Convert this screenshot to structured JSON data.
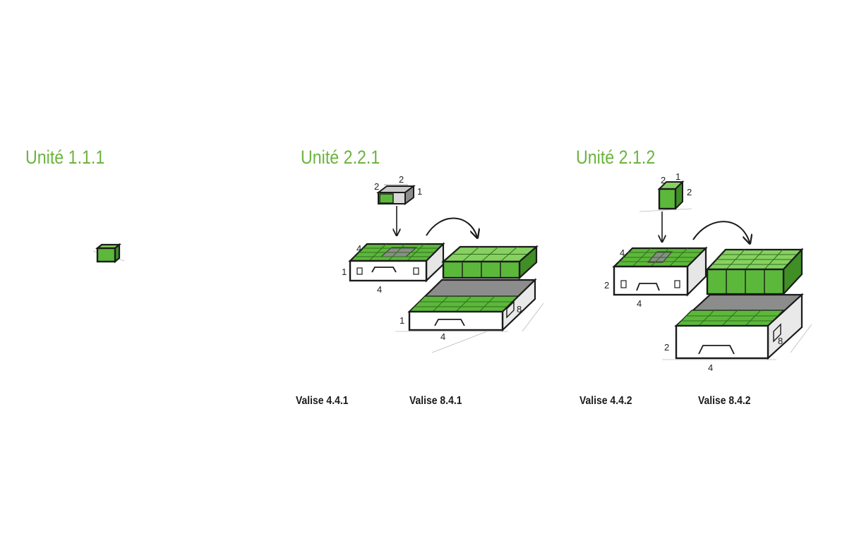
{
  "colors": {
    "accent": "#6cb33f",
    "cell_fill": "#5cb83a",
    "cell_dark": "#3f8f26",
    "grey": "#8c8c8c",
    "ink": "#1b1b1b"
  },
  "units": [
    {
      "title": "Unité 1.1.1"
    },
    {
      "title": "Unité 2.2.1",
      "labels": {
        "box_w": "2",
        "box_d": "2",
        "box_h": "1",
        "case_d": "4",
        "case_w": "4",
        "case_h": "1",
        "big_h": "1",
        "big_w": "4",
        "big_d": "8"
      }
    },
    {
      "title": "Unité 2.1.2",
      "labels": {
        "box_w": "2",
        "box_d": "1",
        "box_h": "2",
        "case_d": "4",
        "case_w": "4",
        "case_h": "2",
        "big_h": "2",
        "big_w": "4",
        "big_d": "8"
      }
    }
  ],
  "captions": [
    "Valise 4.4.1",
    "Valise 8.4.1",
    "Valise 4.4.2",
    "Valise 8.4.2"
  ]
}
